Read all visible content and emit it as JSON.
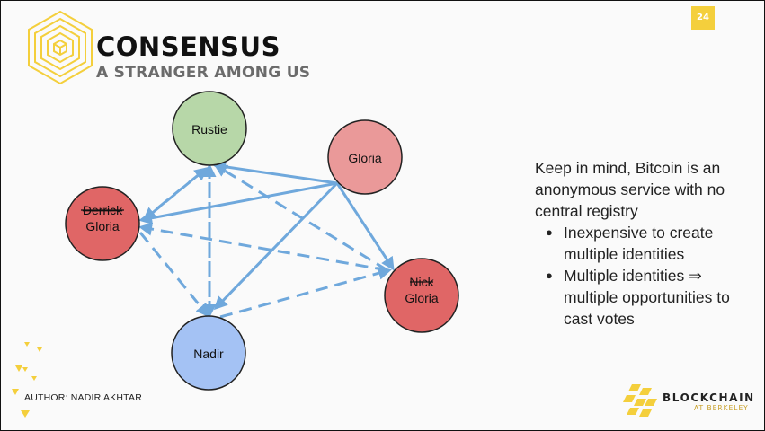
{
  "slide": {
    "title": "CONSENSUS",
    "subtitle": "A STRANGER AMONG US",
    "page_number": "24",
    "author": "AUTHOR: NADIR AKHTAR"
  },
  "notes": {
    "intro": "Keep in mind, Bitcoin is an anonymous service with no central registry",
    "bullets": [
      "Inexpensive to create multiple identities",
      "Multiple identities ⇒ multiple opportunities to cast votes"
    ]
  },
  "diagram": {
    "nodes": [
      {
        "id": "rustie",
        "label": "Rustie",
        "fill": "#b7d7a8"
      },
      {
        "id": "gloria-top",
        "label": "Gloria",
        "fill": "#ea9999"
      },
      {
        "id": "derrick",
        "struck_label": "Derrick",
        "label": "Gloria",
        "fill": "#e06666"
      },
      {
        "id": "nick",
        "struck_label": "Nick",
        "label": "Gloria",
        "fill": "#e06666"
      },
      {
        "id": "nadir",
        "label": "Nadir",
        "fill": "#a4c2f4"
      }
    ],
    "edge_color": "#6fa8dc"
  },
  "brand": {
    "name": "BLOCKCHAIN",
    "sub": "AT BERKELEY",
    "accent": "#f4cf3c"
  }
}
